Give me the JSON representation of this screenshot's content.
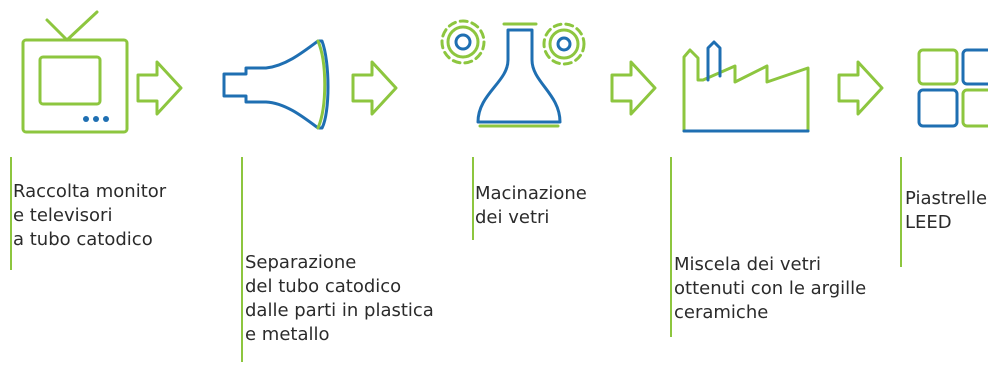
{
  "colors": {
    "green": "#8dc63f",
    "blue": "#1f6fb2",
    "text": "#2b2b2b"
  },
  "steps": [
    {
      "icon": "tv-icon",
      "label_lines": [
        "Raccolta monitor",
        "e televisori",
        "a tubo catodico"
      ]
    },
    {
      "icon": "cathode-tube-icon",
      "label_lines": [
        "Separazione",
        "del tubo catodico",
        "dalle parti in plastica",
        "e metallo"
      ]
    },
    {
      "icon": "glass-grinding-icon",
      "label_lines": [
        "Macinazione",
        "dei vetri"
      ]
    },
    {
      "icon": "factory-icon",
      "label_lines": [
        "Miscela dei vetri",
        "ottenuti con le argille",
        "ceramiche"
      ]
    },
    {
      "icon": "tiles-icon",
      "label_lines": [
        "Piastrelle",
        "LEED"
      ]
    }
  ],
  "arrows": [
    "arrow-icon",
    "arrow-icon",
    "arrow-icon",
    "arrow-icon"
  ]
}
